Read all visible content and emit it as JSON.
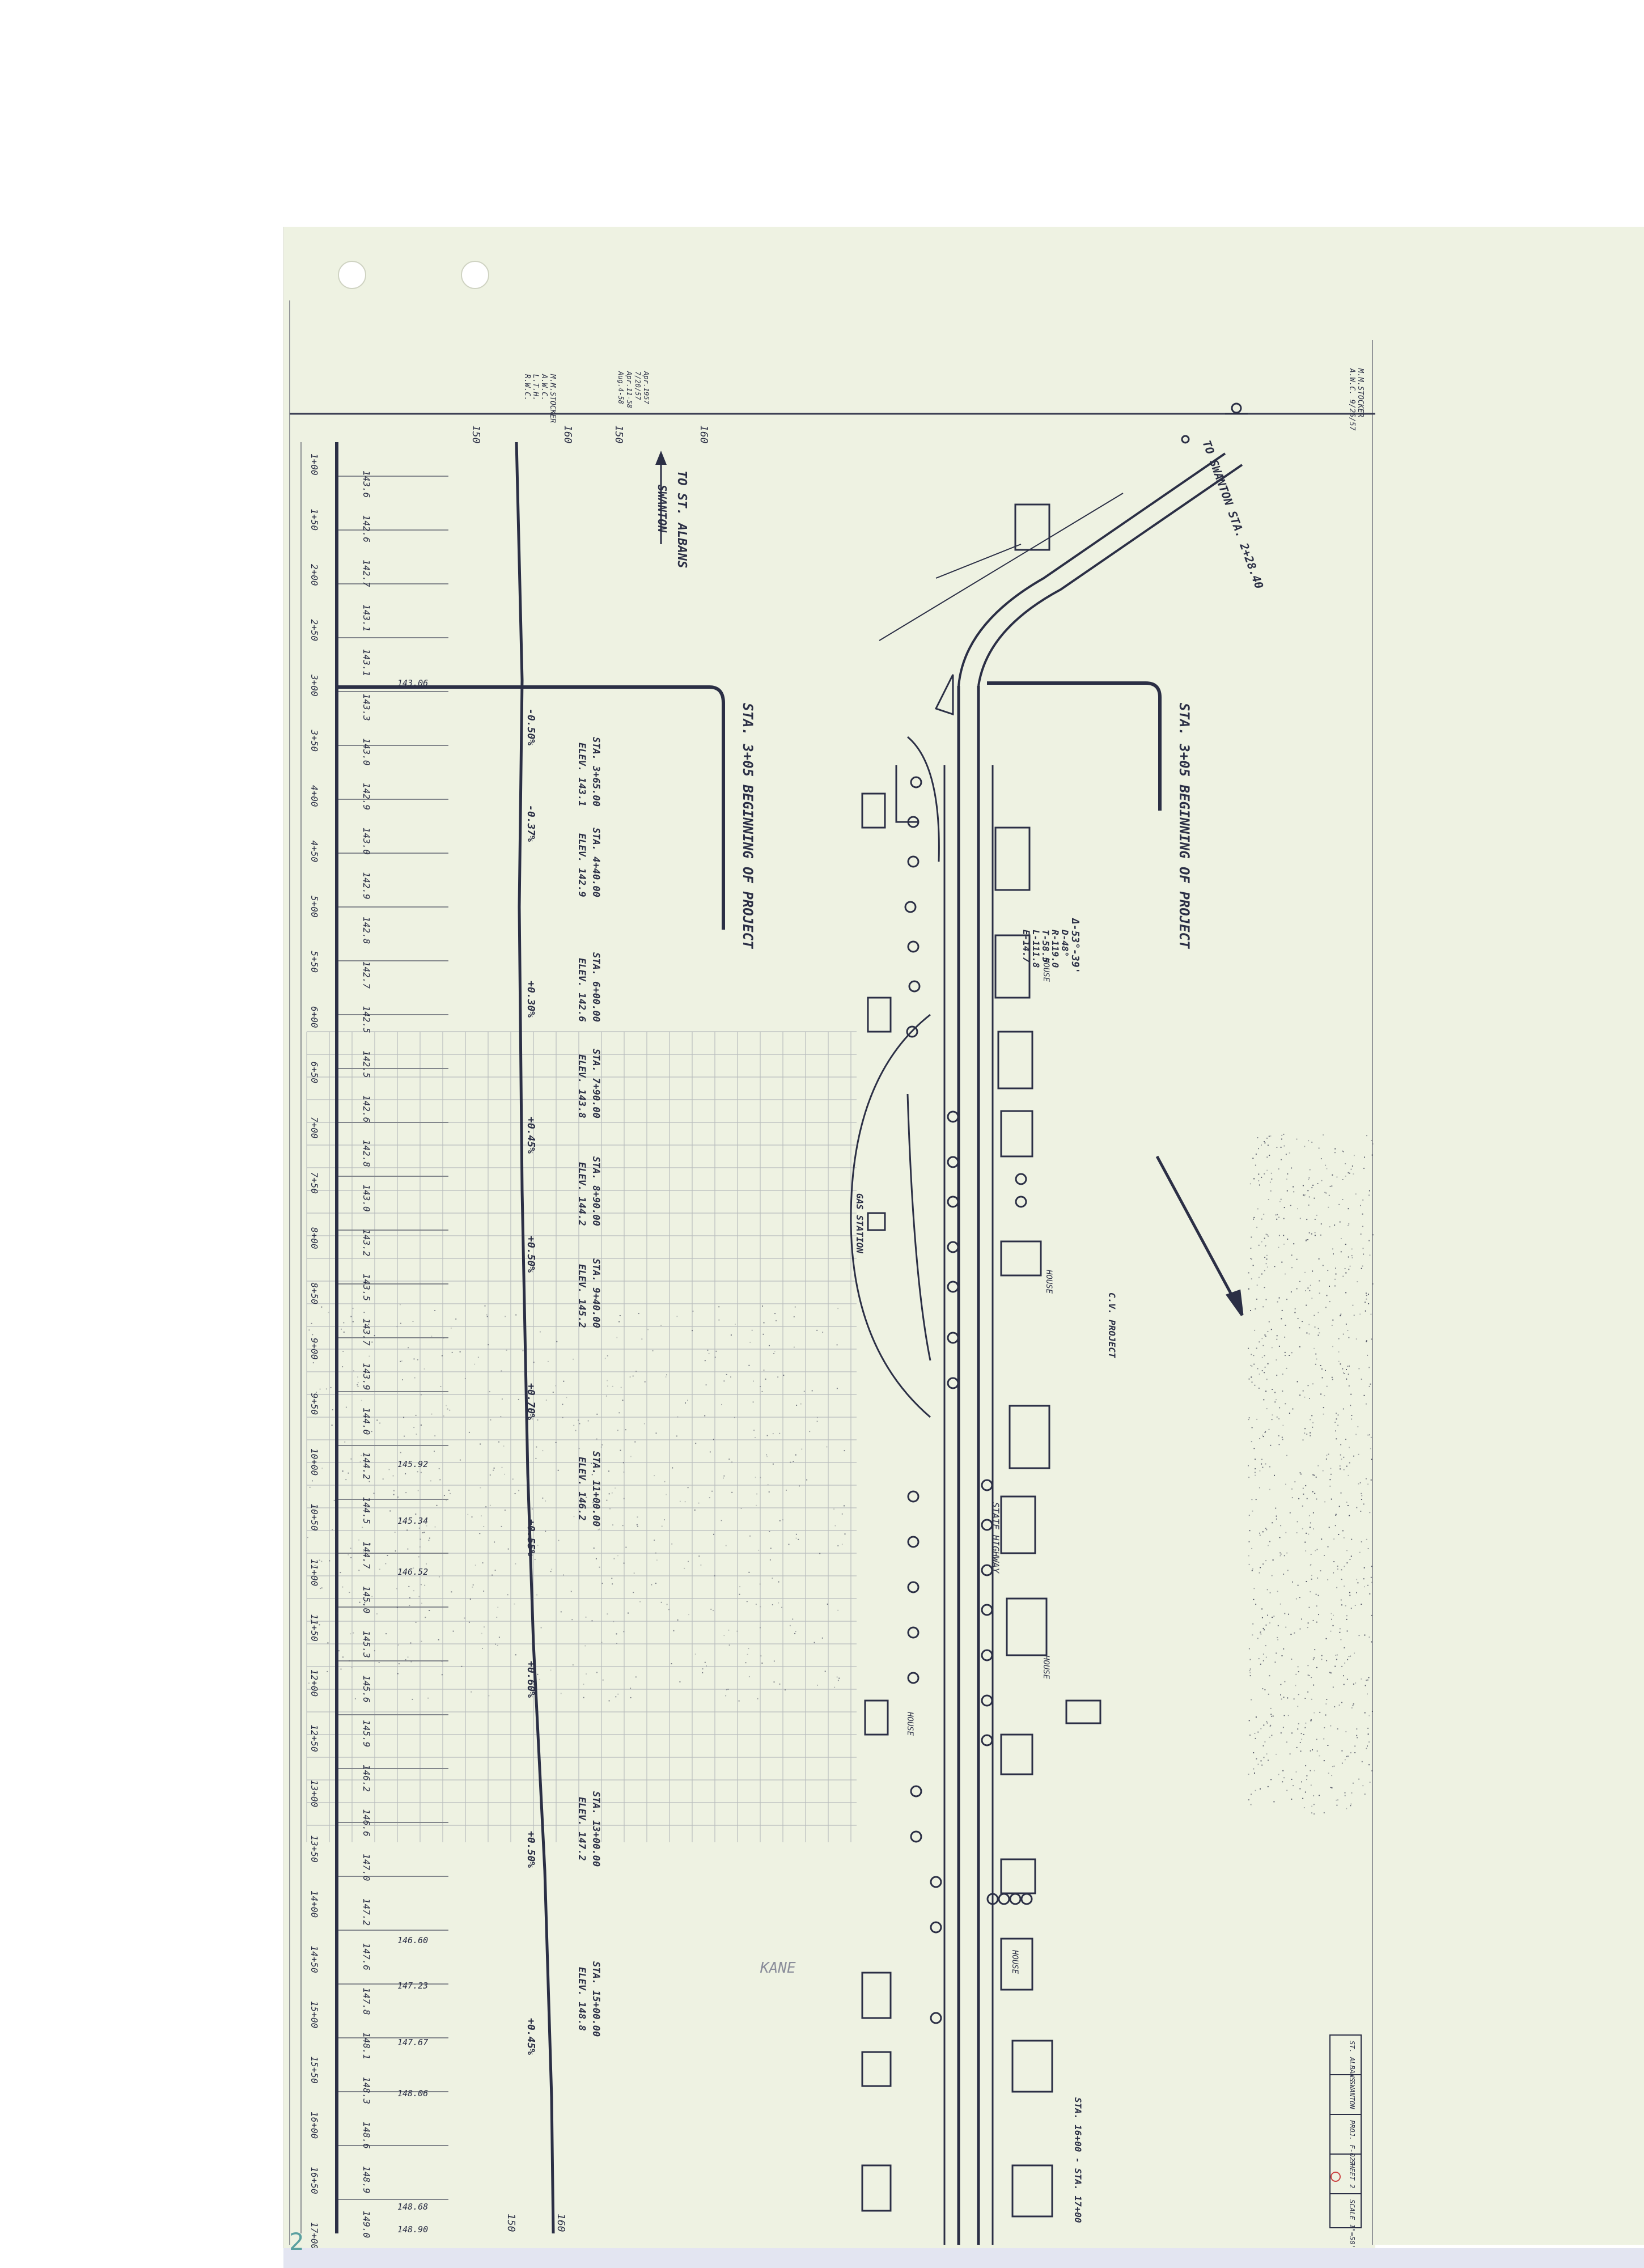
{
  "credits": {
    "left": [
      "M.M.STOCKER",
      "A.W.C.",
      "L.T.H.",
      "R.W.C."
    ],
    "left_dates": [
      "Apr.1957",
      "7/20/57",
      "Apr.11-58",
      "Aug.4-58"
    ],
    "right": [
      "M.M.STOCKER",
      "A.W.C. 9/26/57"
    ]
  },
  "to_st_albans": "TO ST. ALBANS",
  "swanton": "SWANTON",
  "beginning_left": "STA. 3+05 BEGINNING OF PROJECT",
  "beginning_right": "STA. 3+05 BEGINNING OF PROJECT",
  "vert_scale": [
    "150",
    "160",
    "150",
    "160"
  ],
  "station_labels": [
    "1+00",
    "1+50",
    "2+00",
    "2+50",
    "3+00",
    "3+50",
    "4+00",
    "4+50",
    "5+00",
    "5+50",
    "6+00",
    "6+50",
    "7+00",
    "7+50",
    "8+00",
    "8+50",
    "9+00",
    "9+50",
    "10+00",
    "10+50",
    "11+00",
    "11+50",
    "12+00",
    "12+50",
    "13+00",
    "13+50",
    "14+00",
    "14+50",
    "15+00",
    "15+50",
    "16+00",
    "16+50",
    "17+00"
  ],
  "elevations": [
    "143.6",
    "142.6",
    "142.7",
    "143.1",
    "143.1",
    "143.3",
    "143.0",
    "142.9",
    "143.0",
    "142.9",
    "142.8",
    "142.7",
    "142.5",
    "142.5",
    "142.6",
    "142.8",
    "143.0",
    "143.2",
    "143.5",
    "143.7",
    "143.9",
    "144.0",
    "144.2",
    "144.5",
    "144.7",
    "145.0",
    "145.3",
    "145.6",
    "145.9",
    "146.2",
    "146.6",
    "147.0",
    "147.2",
    "147.6",
    "147.8",
    "148.1",
    "148.3",
    "148.6",
    "148.9",
    "149.0"
  ],
  "side_elevations": [
    "143.06",
    "145.92",
    "145.34",
    "146.52",
    "146.60",
    "147.23",
    "147.67",
    "148.06",
    "148.68",
    "148.90"
  ],
  "vpi_labels": [
    [
      "STA. 3+65.00",
      "ELEV. 143.1"
    ],
    [
      "STA. 4+40.00",
      "ELEV. 142.9"
    ],
    [
      "STA. 6+00.00",
      "ELEV. 142.6"
    ],
    [
      "STA. 7+90.00",
      "ELEV. 143.8"
    ],
    [
      "STA. 8+90.00",
      "ELEV. 144.2"
    ],
    [
      "STA. 9+40.00",
      "ELEV. 145.2"
    ],
    [
      "STA. 11+00.00",
      "ELEV. 146.2"
    ],
    [
      "STA. 13+00.00",
      "ELEV. 147.2"
    ],
    [
      "STA. 15+00.00",
      "ELEV. 148.8"
    ]
  ],
  "grades": [
    "-0.50%",
    "-0.37%",
    "+0.30%",
    "+0.45%",
    "+0.50%",
    "+0.70%",
    "+0.55%",
    "+0.60%",
    "+0.50%",
    "+0.45%"
  ],
  "bottom_scale": [
    "150",
    "160"
  ],
  "curve_data": {
    "delta": "Δ-53°-39'",
    "d": "D-48°",
    "r": "R-119.0",
    "t": "T-58.5",
    "l": "L-111.8",
    "e": "E-14.7"
  },
  "survey_note": "TO SWANTON STA. 2+28.40",
  "plan_labels": {
    "state_highway": "STATE HIGHWAY",
    "house": "HOUSE",
    "cv_project": "C.V. PROJECT",
    "gas_station": "GAS STATION",
    "kane": "KANE",
    "sta_note": "STA. 16+00 - STA. 17+00"
  },
  "title_block": [
    "ST. ALBANS",
    "SWANTON",
    "PROJ. F-027",
    "SHEET 2",
    "SCALE 1\"=50'"
  ],
  "margin_note": "2"
}
